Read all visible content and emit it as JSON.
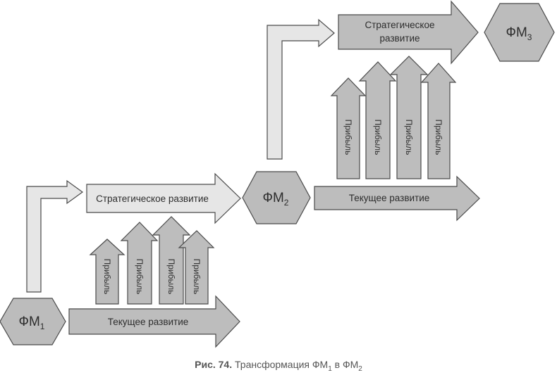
{
  "diagram": {
    "fm1": {
      "main": "ФМ",
      "sub": "1"
    },
    "fm2": {
      "main": "ФМ",
      "sub": "2"
    },
    "fm3": {
      "main": "ФМ",
      "sub": "3"
    },
    "strategic_1": "Стратегическое развитие",
    "strategic_2_line1": "Стратегическое",
    "strategic_2_line2": "развитие",
    "current_1": "Текущее развитие",
    "current_2": "Текущее развитие",
    "profit": "Прибыль"
  },
  "caption": {
    "label": "Рис. 74.",
    "text": " Трансформация ФМ",
    "sub1": "1",
    "mid": " в ФМ",
    "sub2": "2"
  }
}
